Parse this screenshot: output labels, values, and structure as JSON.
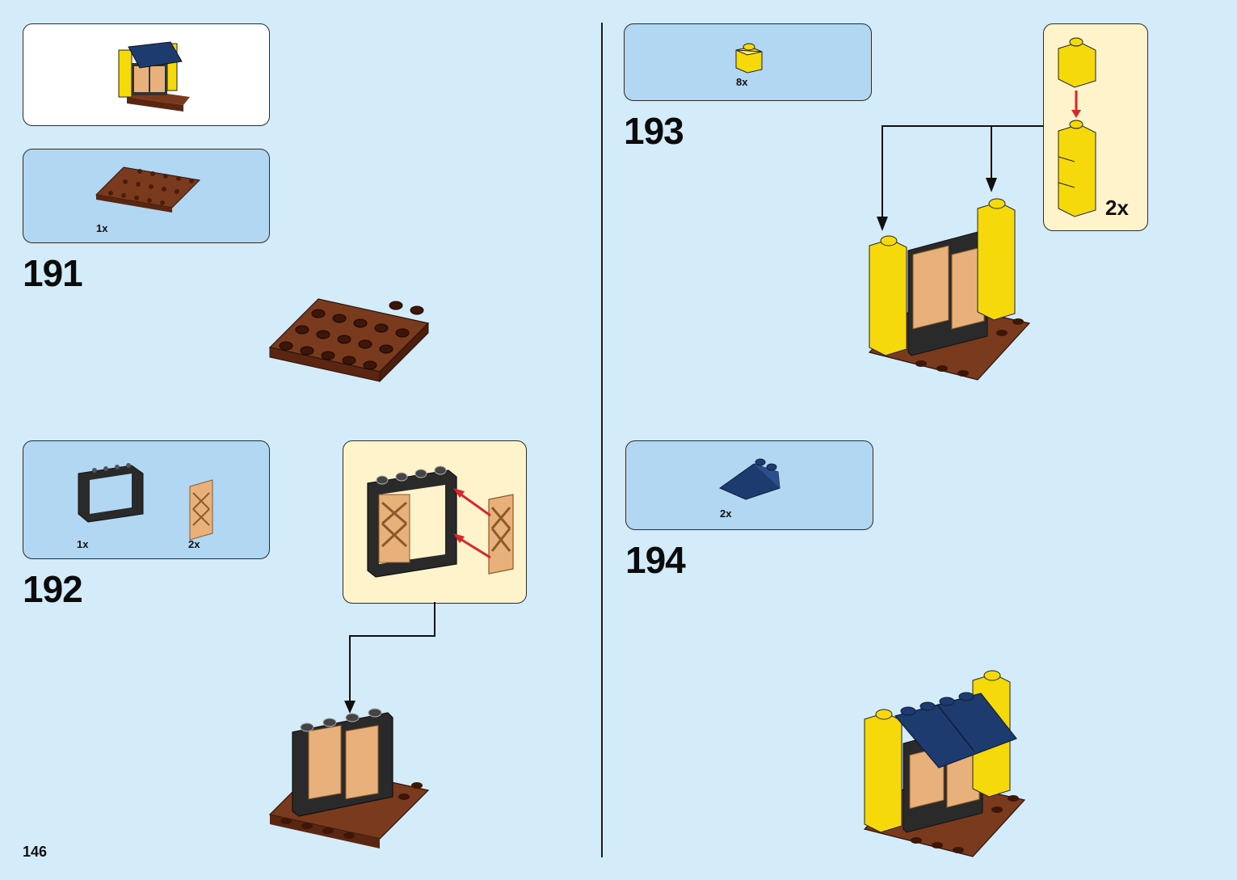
{
  "page": {
    "number": "146"
  },
  "steps": {
    "s191": {
      "number": "191",
      "parts": [
        {
          "qty": "1x",
          "icon": "brown-plate-2x6"
        }
      ]
    },
    "s192": {
      "number": "192",
      "parts": [
        {
          "qty": "1x",
          "icon": "black-window-frame"
        },
        {
          "qty": "2x",
          "icon": "tan-window-shutter"
        }
      ]
    },
    "s193": {
      "number": "193",
      "parts": [
        {
          "qty": "8x",
          "icon": "yellow-brick-1x1"
        }
      ],
      "subassembly_qty": "2x"
    },
    "s194": {
      "number": "194",
      "parts": [
        {
          "qty": "2x",
          "icon": "blue-slope-brick"
        }
      ]
    }
  },
  "colors": {
    "background": "#d4ebfa",
    "parts_panel": "#b2d7f2",
    "subassembly_panel": "#fff3cc",
    "brown": "#6b2f19",
    "yellow": "#f5d90a",
    "tan": "#e8b07a",
    "dark_blue": "#1d3b6e",
    "black": "#2a2a2a",
    "arrow_red": "#d8262b"
  }
}
